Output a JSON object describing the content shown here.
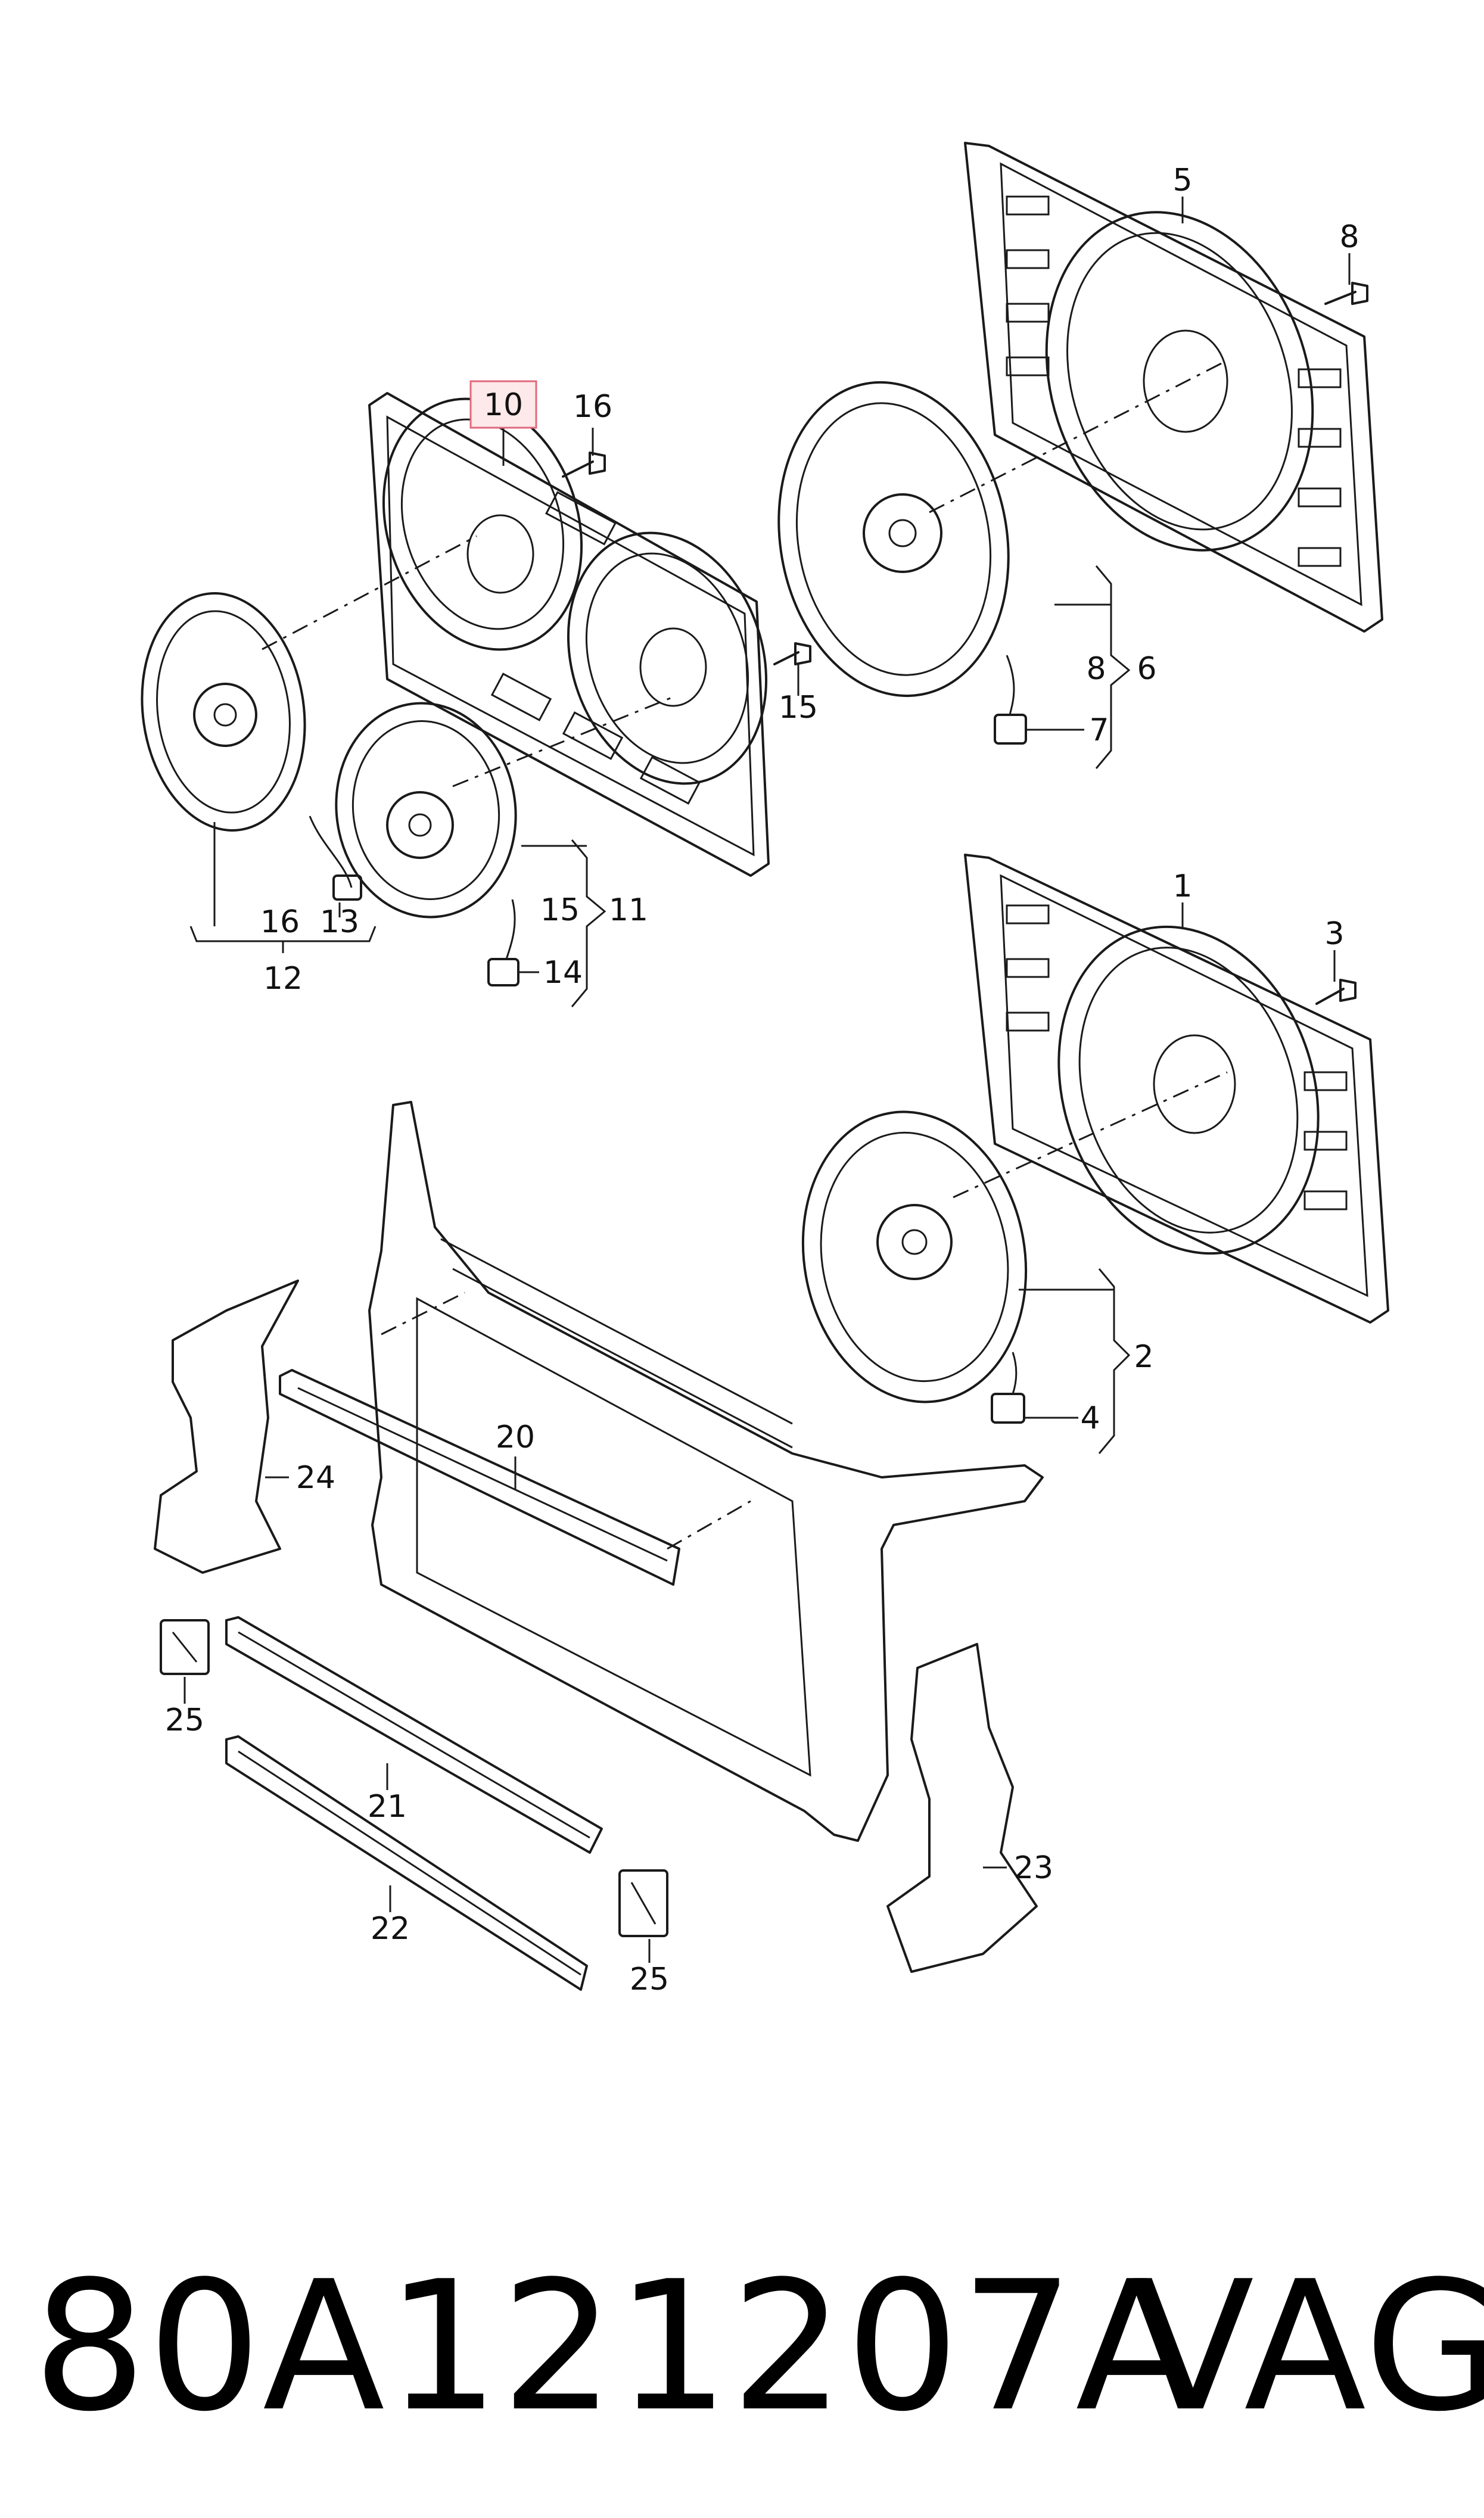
{
  "callouts": {
    "c1": "1",
    "c2": "2",
    "c3": "3",
    "c4": "4",
    "c5": "5",
    "c6": "6",
    "c7": "7",
    "c8a": "8",
    "c8b": "8",
    "c10": "10",
    "c11": "11",
    "c12": "12",
    "c13": "13",
    "c14": "14",
    "c15a": "15",
    "c15b": "15",
    "c16a": "16",
    "c16b": "16",
    "c20": "20",
    "c21": "21",
    "c22": "22",
    "c23": "23",
    "c24": "24",
    "c25a": "25",
    "c25b": "25"
  },
  "highlight": {
    "part": "10",
    "color": "#e06a7c"
  },
  "footer": {
    "part_number": "80A121207A",
    "brand": "VAG"
  }
}
